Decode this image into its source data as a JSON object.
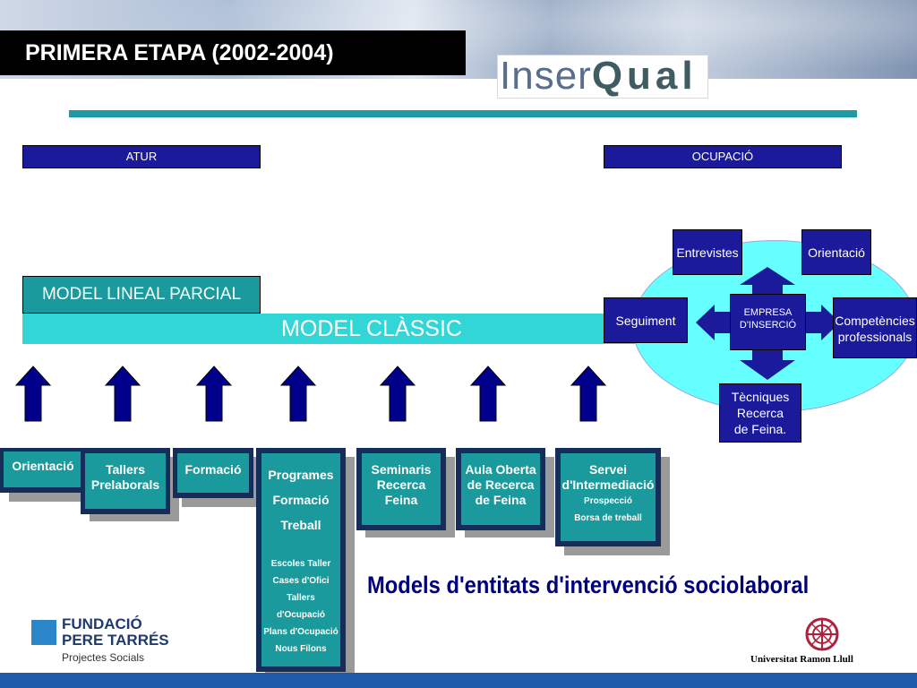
{
  "header": {
    "title": "PRIMERA ETAPA (2002-2004)"
  },
  "logo": {
    "part1": "Inser",
    "part2": "Qual"
  },
  "labels": {
    "atur": "ATUR",
    "ocupacio": "OCUPACIÓ"
  },
  "models": {
    "lineal": "MODEL LINEAL PARCIAL",
    "classic": "MODEL CLÀSSIC"
  },
  "cycle": {
    "center_line1": "EMPRESA",
    "center_line2": "D'INSERCIÓ",
    "entrevistes": "Entrevistes",
    "orientacio": "Orientació",
    "seguiment": "Seguiment",
    "competencies_line1": "Competències",
    "competencies_line2": "professionals",
    "tecniques_line1": "Tècniques",
    "tecniques_line2": "Recerca",
    "tecniques_line3": "de Feina."
  },
  "services": {
    "orientacio": "Orientació",
    "tallers_line1": "Tallers",
    "tallers_line2": "Prelaborals",
    "formacio": "Formació",
    "programes_line1": "Programes",
    "programes_line2": "Formació",
    "programes_line3": "Treball",
    "programes_items": [
      "Escoles Taller",
      "Cases d'Ofici",
      "Tallers d'Ocupació",
      "Plans d'Ocupació",
      "Nous Filons"
    ],
    "seminaris_line1": "Seminaris",
    "seminaris_line2": "Recerca",
    "seminaris_line3": "Feina",
    "aula_line1": "Aula Oberta",
    "aula_line2": "de Recerca",
    "aula_line3": "de Feina",
    "servei_line1": "Servei",
    "servei_line2": "d'Intermediació",
    "servei_items": [
      "Prospecció",
      "Borsa de treball"
    ]
  },
  "caption": "Models d'entitats d'intervenció sociolaboral",
  "footer": {
    "fpt_line1": "FUNDACIÓ",
    "fpt_line2": "PERE TARRÉS",
    "fpt_sub": "Projectes Socials",
    "url": "Universitat Ramon Llull"
  },
  "colors": {
    "navy": "#1a1a9a",
    "teal": "#1a9a9c",
    "cyan": "#33d6d6",
    "ellipse": "#66ffff",
    "caption": "#00007a"
  }
}
